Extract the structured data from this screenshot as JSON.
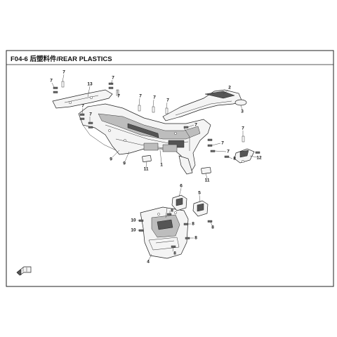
{
  "header": {
    "title": "F04-6 后塑料件/REAR PLASTICS"
  },
  "callouts": {
    "c1": "1",
    "c2": "2",
    "c3": "3",
    "c4": "4",
    "c5": "5",
    "c6": "6",
    "c9": "9",
    "c11": "11",
    "c12": "12",
    "c13": "13",
    "seven": "7",
    "eight": "8",
    "ten": "10"
  }
}
